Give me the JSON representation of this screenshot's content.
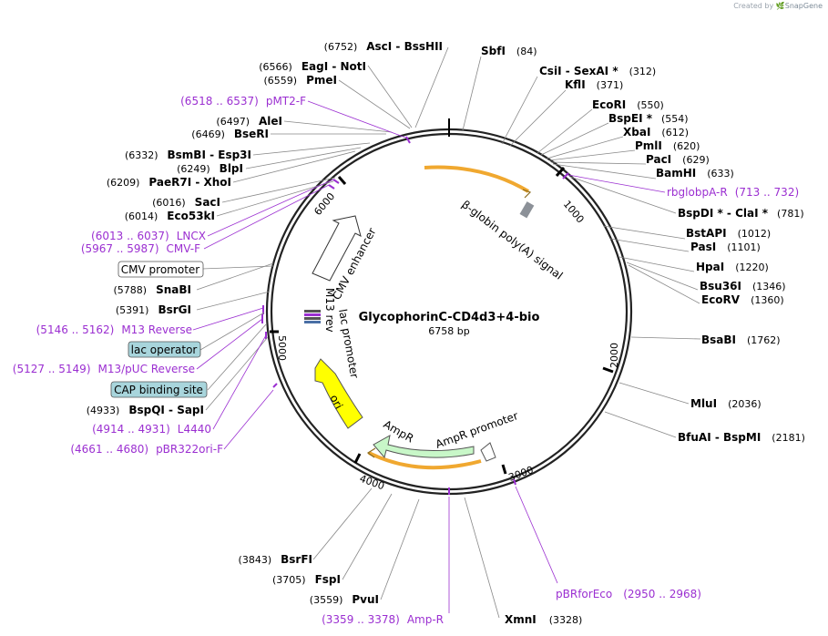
{
  "credit": {
    "prefix": "Created by",
    "brand": "SnapGene"
  },
  "plasmid": {
    "name": "GlycophorinC-CD4d3+4-bio",
    "length_label": "6758 bp",
    "length": 6758
  },
  "ticks": [
    "1000",
    "2000",
    "3000",
    "4000",
    "5000",
    "6000"
  ],
  "sites_right": [
    {
      "name": "SbfI",
      "pos": "(84)"
    },
    {
      "name": "CsiI  -  SexAI *",
      "pos": "(312)"
    },
    {
      "name": "KflI",
      "pos": "(371)"
    },
    {
      "name": "EcoRI",
      "pos": "(550)"
    },
    {
      "name": "BspEI *",
      "pos": "(554)"
    },
    {
      "name": "XbaI",
      "pos": "(612)"
    },
    {
      "name": "PmlI",
      "pos": "(620)"
    },
    {
      "name": "PacI",
      "pos": "(629)"
    },
    {
      "name": "BamHI",
      "pos": "(633)"
    },
    {
      "name": "BspDI *  -  ClaI *",
      "pos": "(781)"
    },
    {
      "name": "BstAPI",
      "pos": "(1012)"
    },
    {
      "name": "PasI",
      "pos": "(1101)"
    },
    {
      "name": "HpaI",
      "pos": "(1220)"
    },
    {
      "name": "Bsu36I",
      "pos": "(1346)"
    },
    {
      "name": "EcoRV",
      "pos": "(1360)"
    },
    {
      "name": "BsaBI",
      "pos": "(1762)"
    },
    {
      "name": "MluI",
      "pos": "(2036)"
    },
    {
      "name": "BfuAI  -  BspMI",
      "pos": "(2181)"
    },
    {
      "name": "XmnI",
      "pos": "(3328)"
    }
  ],
  "sites_left": [
    {
      "name": "AscI  -  BssHII",
      "pos": "(6752)"
    },
    {
      "name": "EagI  -  NotI",
      "pos": "(6566)"
    },
    {
      "name": "PmeI",
      "pos": "(6559)"
    },
    {
      "name": "AleI",
      "pos": "(6497)"
    },
    {
      "name": "BseRI",
      "pos": "(6469)"
    },
    {
      "name": "BsmBI  -  Esp3I",
      "pos": "(6332)"
    },
    {
      "name": "BlpI",
      "pos": "(6249)"
    },
    {
      "name": "PaeR7I  -  XhoI",
      "pos": "(6209)"
    },
    {
      "name": "SacI",
      "pos": "(6016)"
    },
    {
      "name": "Eco53kI",
      "pos": "(6014)"
    },
    {
      "name": "SnaBI",
      "pos": "(5788)"
    },
    {
      "name": "BsrGI",
      "pos": "(5391)"
    },
    {
      "name": "BspQI  -  SapI",
      "pos": "(4933)"
    },
    {
      "name": "BsrFI",
      "pos": "(3843)"
    },
    {
      "name": "FspI",
      "pos": "(3705)"
    },
    {
      "name": "PvuI",
      "pos": "(3559)"
    }
  ],
  "primers": [
    {
      "name": "pMT2-F",
      "range": "(6518 .. 6537)"
    },
    {
      "name": "rbglobpA-R",
      "range": "(713 .. 732)"
    },
    {
      "name": "LNCX",
      "range": "(6013 .. 6037)"
    },
    {
      "name": "CMV-F",
      "range": "(5967 .. 5987)"
    },
    {
      "name": "M13 Reverse",
      "range": "(5146 .. 5162)"
    },
    {
      "name": "M13/pUC Reverse",
      "range": "(5127 .. 5149)"
    },
    {
      "name": "L4440",
      "range": "(4914 .. 4931)"
    },
    {
      "name": "pBR322ori-F",
      "range": "(4661 .. 4680)"
    },
    {
      "name": "Amp-R",
      "range": "(3359 .. 3378)"
    },
    {
      "name": "pBRforEco",
      "range": "(2950 .. 2968)"
    }
  ],
  "boxed_features": [
    "CMV promoter",
    "lac operator",
    "CAP binding site"
  ],
  "inner_features": [
    "β-globin poly(A) signal",
    "CMV enhancer",
    "M13 rev",
    "lac promoter",
    "ori",
    "AmpR",
    "AmpR promoter"
  ],
  "colors": {
    "primer": "#9b2fd1",
    "feature_box": "#a8d5dc",
    "ori": "#ffff00",
    "ampr": "#c8f7c8",
    "orange_arc": "#f0a830",
    "polyA": "#8c9198"
  }
}
